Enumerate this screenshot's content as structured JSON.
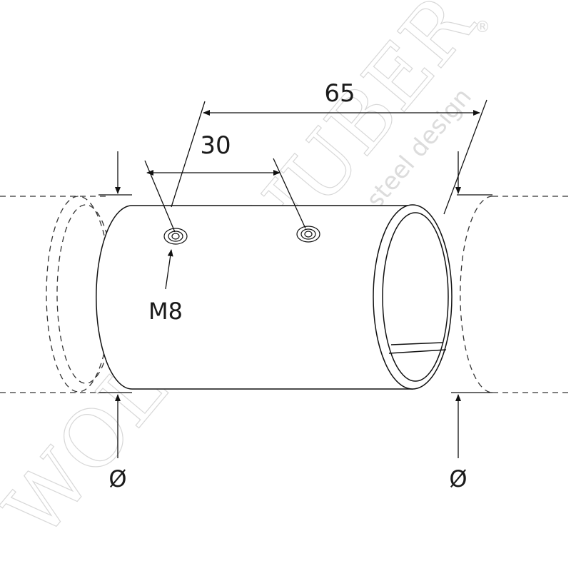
{
  "dimensions": {
    "overall_length": "65",
    "hole_spacing": "30",
    "thread": "M8",
    "diameter_left": "Ø",
    "diameter_right": "Ø"
  },
  "watermark": {
    "brand": "WOLFSCHUBER",
    "registered": "®",
    "tagline": "innovative steel design"
  }
}
